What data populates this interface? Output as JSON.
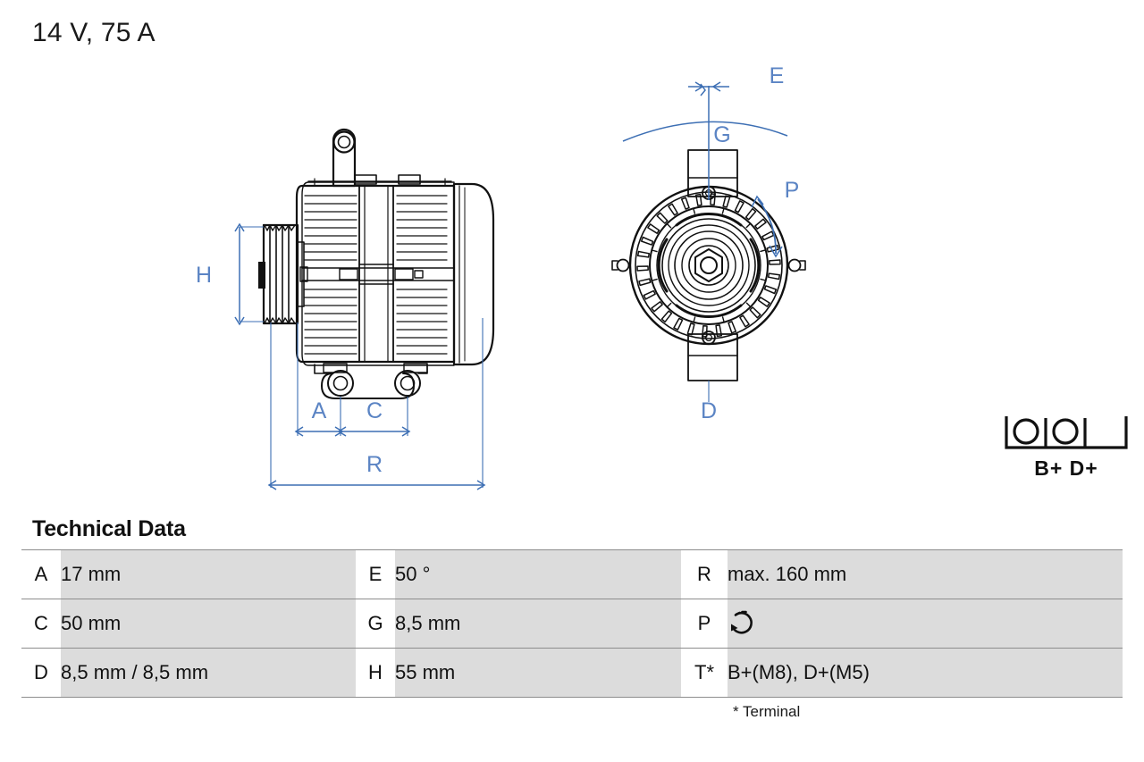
{
  "page": {
    "title": "14 V, 75 A"
  },
  "drawing": {
    "side_view": {
      "name": "alternator-side-view",
      "dimension_labels": [
        {
          "id": "H",
          "label": "H",
          "orientation": "vertical",
          "description": "pulley diameter"
        },
        {
          "id": "A",
          "label": "A",
          "orientation": "horizontal",
          "description": "mount offset"
        },
        {
          "id": "C",
          "label": "C",
          "orientation": "horizontal",
          "description": "mounting hole spacing"
        },
        {
          "id": "R",
          "label": "R",
          "orientation": "horizontal",
          "description": "overall length"
        }
      ]
    },
    "front_view": {
      "name": "alternator-front-view",
      "dimension_labels": [
        {
          "id": "E",
          "label": "E",
          "orientation": "arc",
          "description": "swivel angle"
        },
        {
          "id": "G",
          "label": "G",
          "orientation": "vertical",
          "description": "top lug bore"
        },
        {
          "id": "P",
          "label": "P",
          "orientation": "arc-arrow",
          "description": "direction of rotation"
        },
        {
          "id": "D",
          "label": "D",
          "orientation": "vertical",
          "description": "bottom lug bore"
        }
      ]
    },
    "accent_color": "#3d6fb4",
    "label_color": "#5b84c4",
    "line_color": "#111111"
  },
  "terminal_legend": {
    "label": "B+ D+",
    "slots": [
      "circle",
      "circle",
      "empty"
    ]
  },
  "technical_data": {
    "heading": "Technical Data",
    "footnote": "* Terminal",
    "rows": [
      {
        "a_key": "A",
        "a_val": "17 mm",
        "b_key": "E",
        "b_val": "50 °",
        "c_key": "R",
        "c_val": "max. 160 mm"
      },
      {
        "a_key": "C",
        "a_val": "50 mm",
        "b_key": "G",
        "b_val": "8,5 mm",
        "c_key": "P",
        "c_val": ""
      },
      {
        "a_key": "D",
        "a_val": "8,5 mm / 8,5 mm",
        "b_key": "H",
        "b_val": "55 mm",
        "c_key": "T*",
        "c_val": "B+(M8), D+(M5)"
      }
    ]
  }
}
